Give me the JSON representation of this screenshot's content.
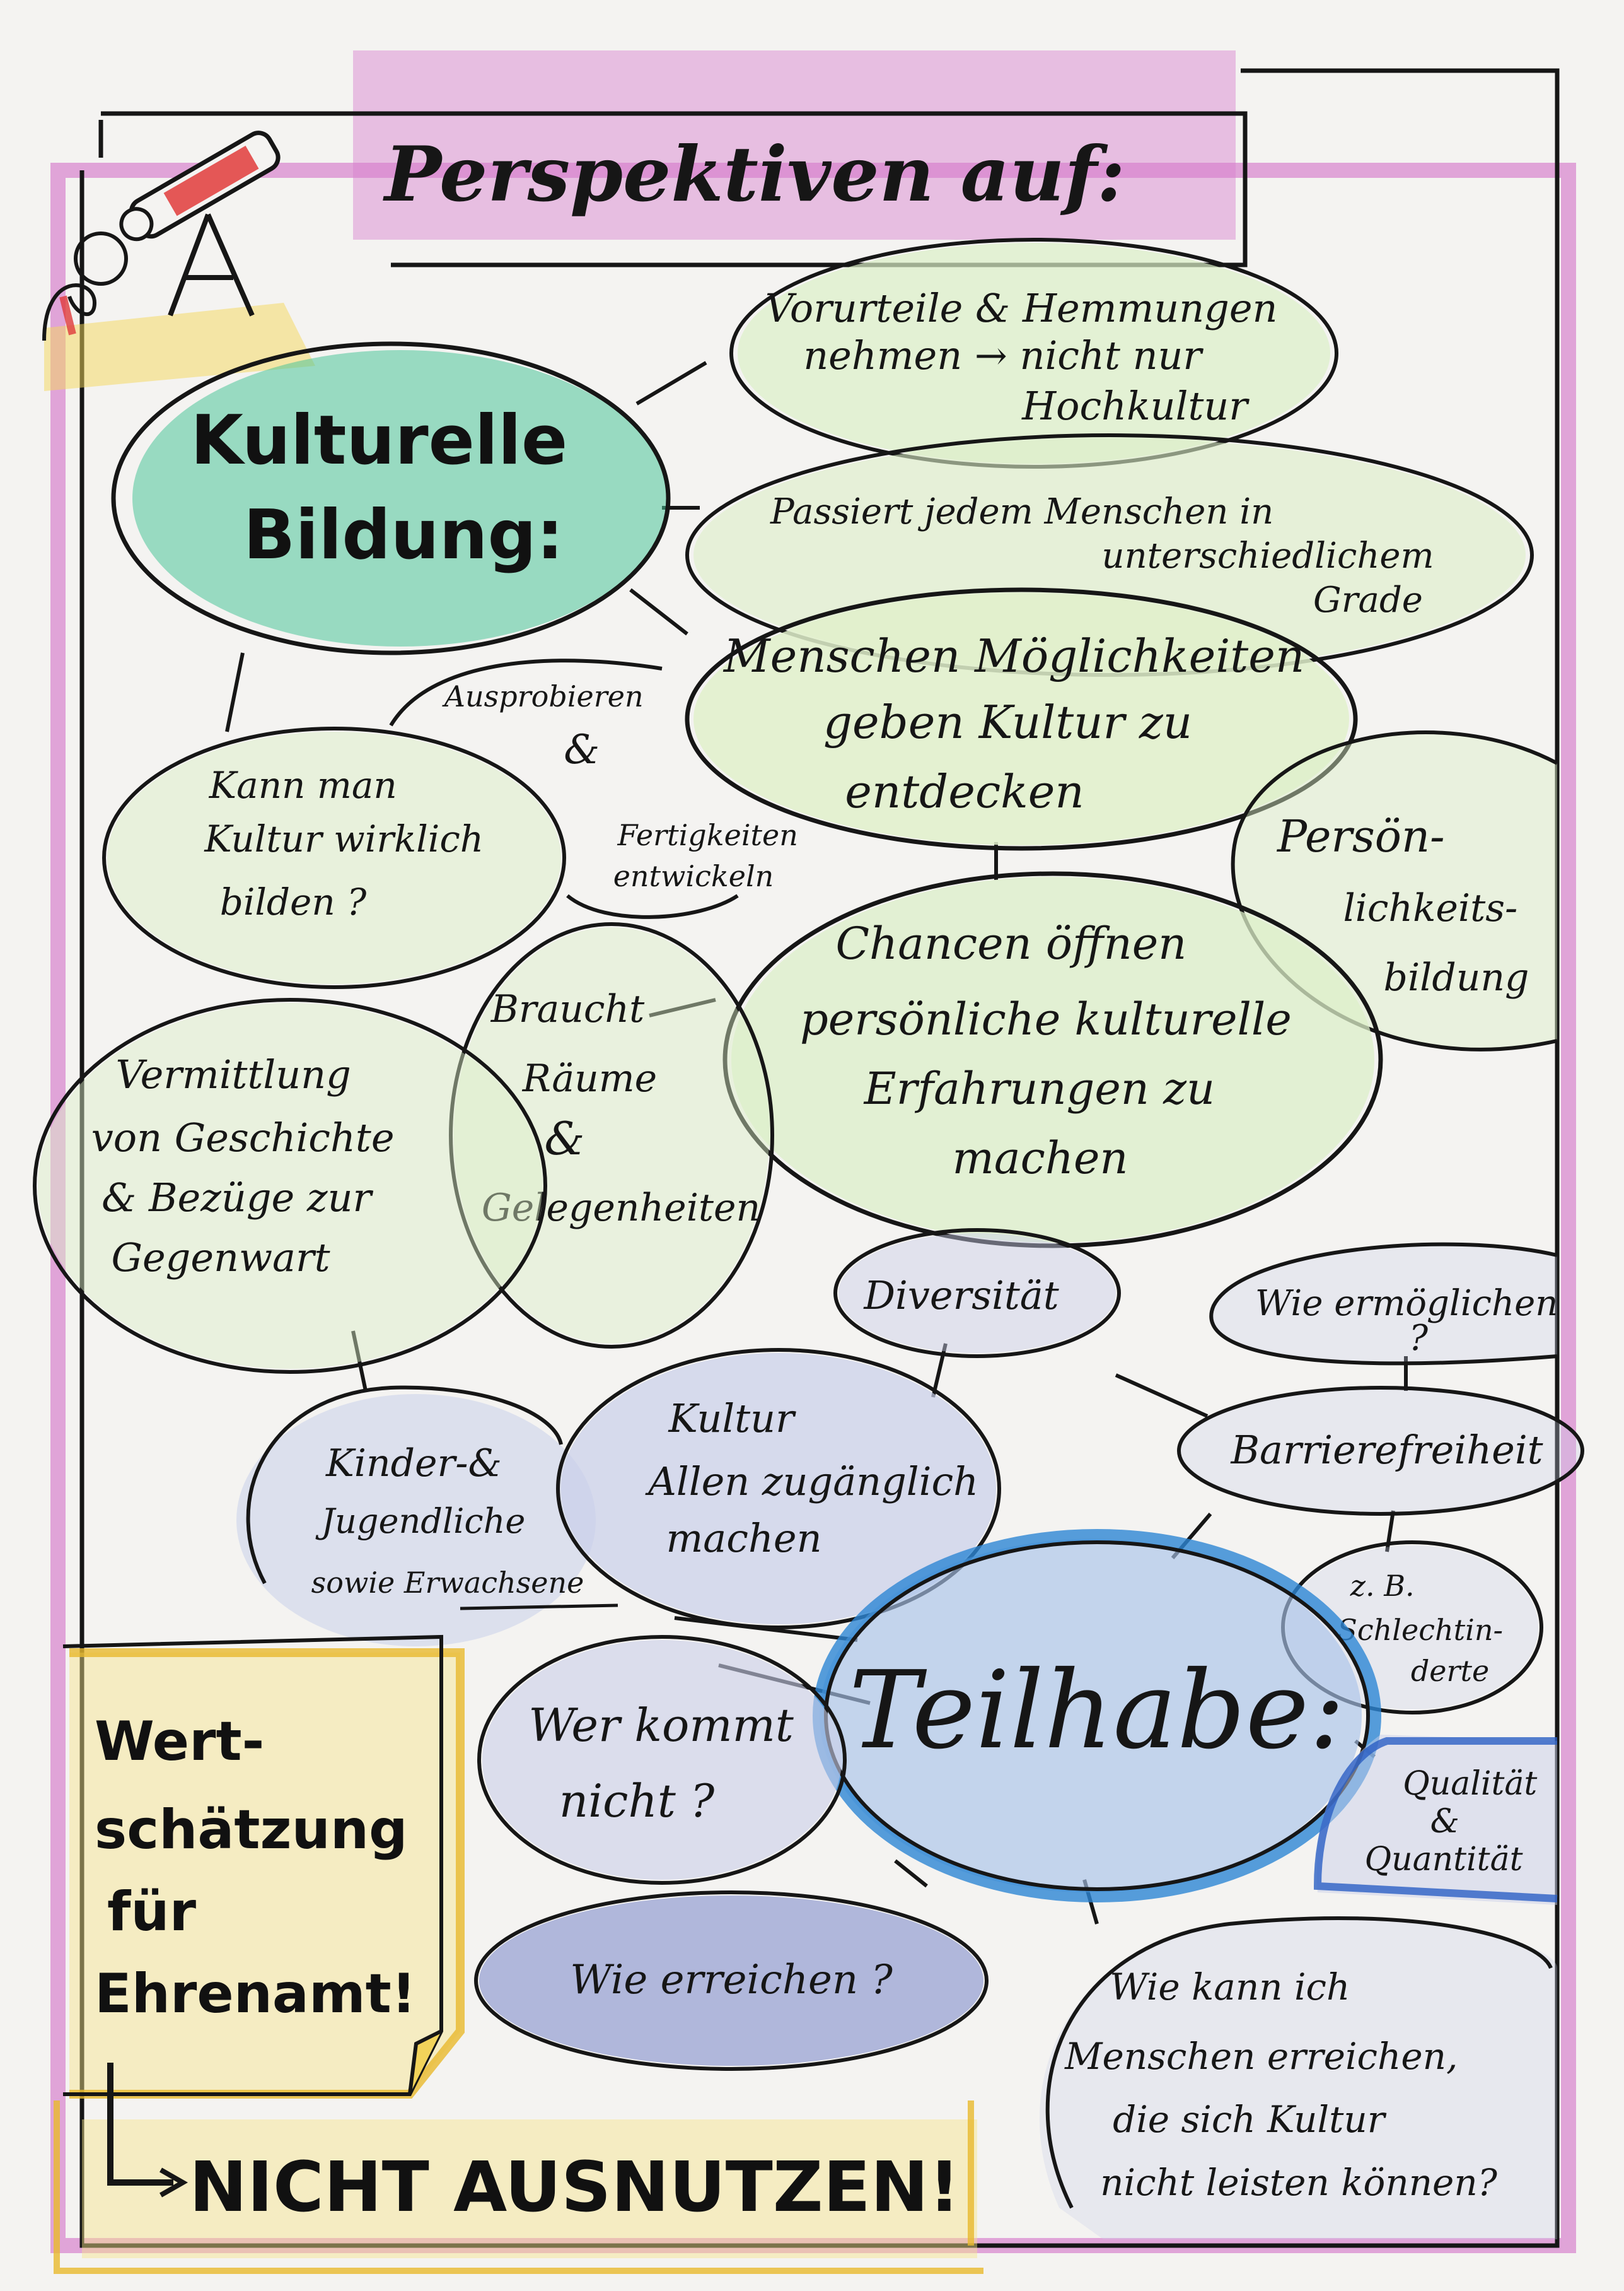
{
  "title": "Perspektiven auf:",
  "colors": {
    "paper": "#f4f3f1",
    "ink": "#161616",
    "magenta": "#c35ab9",
    "green": "#52c49a",
    "blue": "#3a8ed6",
    "yellow": "#f3d443",
    "light_green": "#dcefc8",
    "light_blue": "#c9cfe9"
  },
  "icons": [
    "telescope-icon"
  ],
  "hubs": {
    "kulturelle_bildung": [
      "Kulturelle",
      "Bildung:"
    ],
    "teilhabe": "Teilhabe:"
  },
  "bildung_nodes": {
    "vorurteile": [
      "Vorurteile & Hemmungen",
      "nehmen → nicht nur",
      "Hochkultur"
    ],
    "passiert": [
      "Passiert jedem Menschen in",
      "unterschiedlichem",
      "Grade"
    ],
    "moeglichkeiten": [
      "Menschen Möglichkeiten",
      "geben Kultur zu",
      "entdecken"
    ],
    "ausprobieren": [
      "Ausprobieren",
      "&",
      "Fertigkeiten",
      "entwickeln"
    ],
    "kann_man": [
      "Kann man",
      "Kultur wirklich",
      "bilden ?"
    ],
    "persoenlichkeit": [
      "Persön-",
      "lichkeits-",
      "bildung"
    ],
    "chancen": [
      "Chancen öffnen",
      "persönliche kulturelle",
      "Erfahrungen zu",
      "machen"
    ],
    "braucht": [
      "Braucht",
      "Räume",
      "&",
      "Gelegenheiten"
    ],
    "vermittlung": [
      "Vermittlung",
      "von Geschichte",
      "& Bezüge zur",
      "Gegenwart"
    ]
  },
  "teilhabe_nodes": {
    "diversitaet": "Diversität",
    "wie_ermoeglichen": [
      "Wie ermöglichen",
      "?"
    ],
    "barrierefreiheit": "Barrierefreiheit",
    "kinder": [
      "Kinder-&",
      "Jugendliche",
      "sowie Erwachsene"
    ],
    "kultur_allen": [
      "Kultur",
      "Allen zugänglich",
      "machen"
    ],
    "z_b": [
      "z. B.",
      "Schlechtin-",
      "derte"
    ],
    "wer_kommt": [
      "Wer kommt",
      "nicht ?"
    ],
    "qualitaet": [
      "Qualität",
      "&",
      "Quantität"
    ],
    "wie_erreichen": "Wie erreichen ?",
    "wie_kann_ich": [
      "Wie kann ich",
      "Menschen erreichen,",
      "die sich Kultur",
      "nicht leisten können?"
    ]
  },
  "note": [
    "Wert-",
    "schätzung",
    "für",
    "Ehrenamt!"
  ],
  "footer": "NICHT AUSNUTZEN!"
}
